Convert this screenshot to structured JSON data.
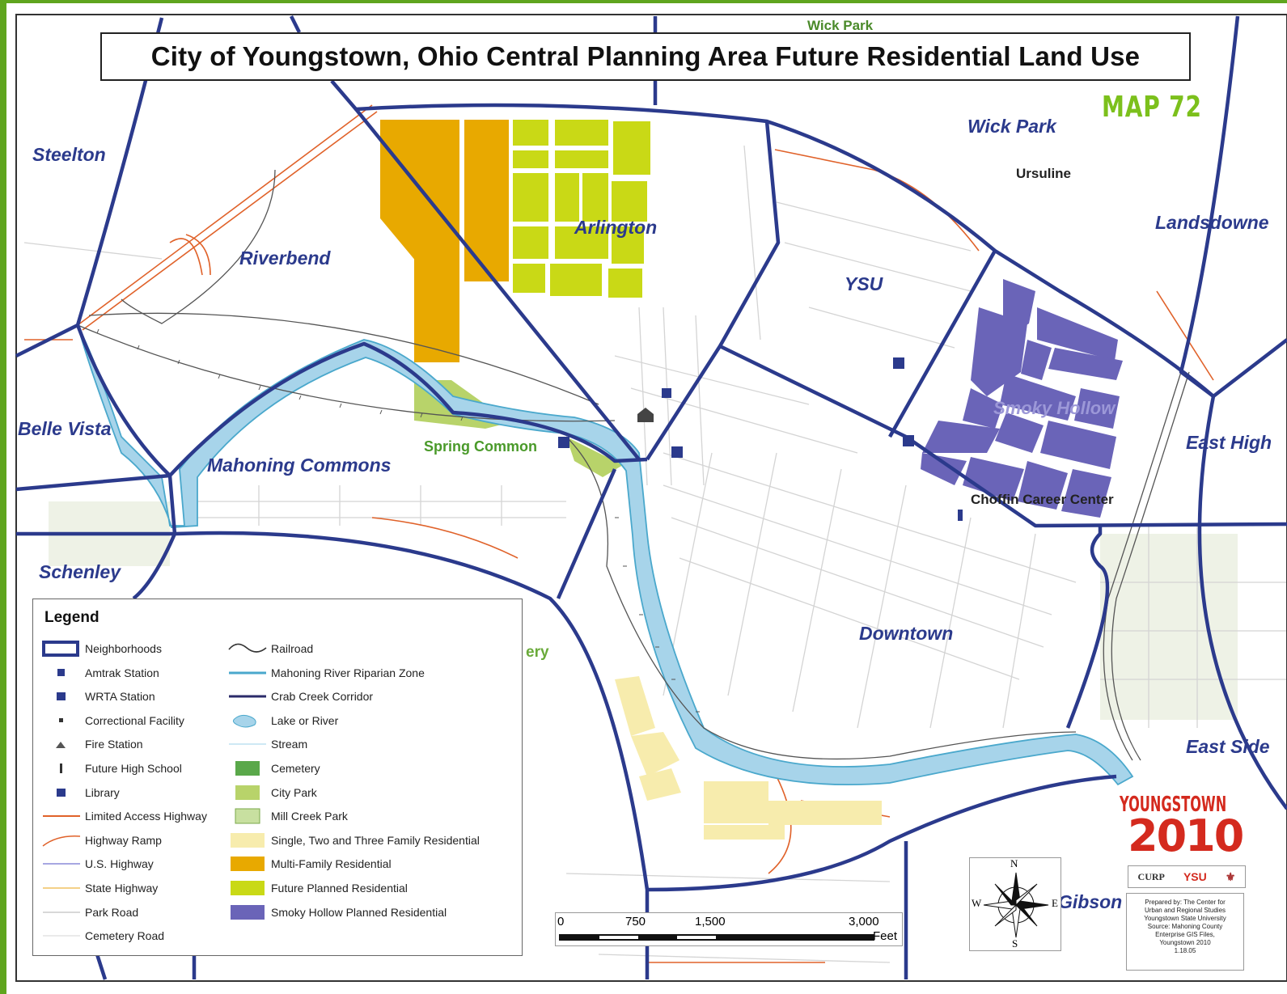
{
  "title": "City of Youngstown, Ohio Central Planning Area Future Residential Land Use",
  "map_number": "MAP 72",
  "colors": {
    "neighborhood": "#2b3a8c",
    "river": "#a7d4ea",
    "riparian": "#4aa8cc",
    "multi_family": "#e8a900",
    "future_planned": "#c9d916",
    "smoky_hollow": "#6a64b8",
    "single_family": "#f7ecad",
    "city_park": "#b8d36a",
    "highway": "#e0622a",
    "frame": "#5fa51e",
    "map_label_green": "#7cc01c"
  },
  "neighborhood_labels": [
    {
      "id": "steelton",
      "text": "Steelton"
    },
    {
      "id": "riverbend",
      "text": "Riverbend"
    },
    {
      "id": "arlington",
      "text": "Arlington"
    },
    {
      "id": "wick-park",
      "text": "Wick Park"
    },
    {
      "id": "landsdowne",
      "text": "Landsdowne"
    },
    {
      "id": "ysu",
      "text": "YSU"
    },
    {
      "id": "smoky-hollow",
      "text": "Smoky Hollow"
    },
    {
      "id": "belle-vista",
      "text": "Belle Vista"
    },
    {
      "id": "mahoning-commons",
      "text": "Mahoning Commons"
    },
    {
      "id": "east-high",
      "text": "East High"
    },
    {
      "id": "schenley",
      "text": "Schenley"
    },
    {
      "id": "downtown",
      "text": "Downtown"
    },
    {
      "id": "east-side",
      "text": "East Side"
    },
    {
      "id": "gibson",
      "text": "Gibson"
    }
  ],
  "place_labels": [
    {
      "id": "wick-park-top",
      "text": "Wick Park"
    },
    {
      "id": "ursuline",
      "text": "Ursuline"
    },
    {
      "id": "spring-common",
      "text": "Spring Common"
    },
    {
      "id": "choffin",
      "text": "Choffin Career Center"
    },
    {
      "id": "cemetery-partial",
      "text": "ery"
    }
  ],
  "legend": {
    "title": "Legend",
    "left_items": [
      {
        "label": "Neighborhoods",
        "icon": "neighborhood-outline-icon"
      },
      {
        "label": "Amtrak Station",
        "icon": "amtrak-station-icon"
      },
      {
        "label": "WRTA Station",
        "icon": "bus-station-icon"
      },
      {
        "label": "Correctional Facility",
        "icon": "correctional-facility-icon"
      },
      {
        "label": "Fire Station",
        "icon": "fire-station-icon"
      },
      {
        "label": "Future High School",
        "icon": "school-icon"
      },
      {
        "label": "Library",
        "icon": "library-icon"
      },
      {
        "label": "Limited Access Highway",
        "icon": "highway-line-icon"
      },
      {
        "label": "Highway Ramp",
        "icon": "ramp-line-icon"
      },
      {
        "label": "U.S. Highway",
        "icon": "us-highway-line-icon"
      },
      {
        "label": "State Highway",
        "icon": "state-highway-line-icon"
      },
      {
        "label": "Park Road",
        "icon": "park-road-line-icon"
      },
      {
        "label": "Cemetery Road",
        "icon": "cemetery-road-line-icon"
      }
    ],
    "right_items": [
      {
        "label": "Railroad",
        "icon": "railroad-icon"
      },
      {
        "label": "Mahoning River Riparian Zone",
        "icon": "riparian-line-icon"
      },
      {
        "label": "Crab Creek Corridor",
        "icon": "creek-corridor-line-icon"
      },
      {
        "label": "Lake or River",
        "icon": "lake-icon"
      },
      {
        "label": "Stream",
        "icon": "stream-line-icon"
      },
      {
        "label": "Cemetery",
        "icon": "cemetery-swatch-icon"
      },
      {
        "label": "City Park",
        "icon": "city-park-swatch-icon"
      },
      {
        "label": "Mill Creek Park",
        "icon": "mill-creek-park-swatch-icon"
      },
      {
        "label": "Single, Two and Three Family Residential",
        "icon": "single-family-swatch-icon"
      },
      {
        "label": "Multi-Family Residential",
        "icon": "multi-family-swatch-icon"
      },
      {
        "label": "Future Planned Residential",
        "icon": "future-planned-swatch-icon"
      },
      {
        "label": "Smoky Hollow Planned Residential",
        "icon": "smoky-hollow-swatch-icon"
      }
    ]
  },
  "scale_bar": {
    "ticks": [
      "0",
      "750",
      "1,500",
      "3,000"
    ],
    "unit": "Feet"
  },
  "compass": {
    "n": "N",
    "s": "S",
    "e": "E",
    "w": "W"
  },
  "badge": {
    "line1": "YOUNGSTOWN",
    "line2": "2010"
  },
  "logos": [
    "CURP",
    "YSU",
    "⚜"
  ],
  "credit_lines": [
    "Prepared by: The Center for",
    "Urban and Regional Studies",
    "Youngstown State University",
    "Source: Mahoning County",
    "Enterprise GIS Files,",
    "Youngstown 2010",
    "1.18.05"
  ]
}
